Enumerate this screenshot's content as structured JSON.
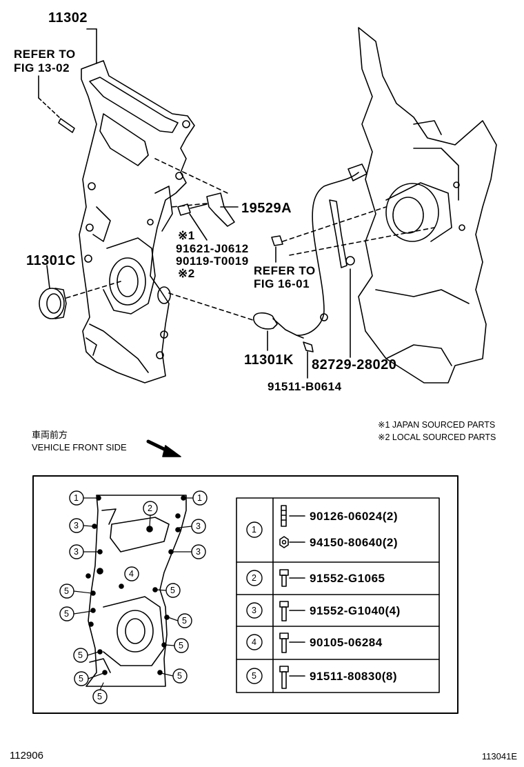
{
  "callouts": {
    "part_11302": "11302",
    "refer_13_line1": "REFER TO",
    "refer_13_line2": "FIG 13-02",
    "part_19529a": "19529A",
    "note_mark_1": "※1",
    "part_91621": "91621-J0612",
    "part_90119": "90119-T0019",
    "note_mark_2": "※2",
    "part_11301c": "11301C",
    "refer_16_line1": "REFER TO",
    "refer_16_line2": "FIG 16-01",
    "part_11301k": "11301K",
    "part_82729": "82729-28020",
    "part_91511b": "91511-B0614"
  },
  "notes": {
    "japan": "※1 JAPAN SOURCED PARTS",
    "local": "※2 LOCAL SOURCED PARTS"
  },
  "orientation": {
    "japanese": "車両前方",
    "english": "VEHICLE FRONT SIDE"
  },
  "legend_table": {
    "rows": [
      {
        "key": "1",
        "parts": [
          "90126-06024(2)",
          "94150-80640(2)"
        ]
      },
      {
        "key": "2",
        "parts": [
          "91552-G1065"
        ]
      },
      {
        "key": "3",
        "parts": [
          "91552-G1040(4)"
        ]
      },
      {
        "key": "4",
        "parts": [
          "90105-06284"
        ]
      },
      {
        "key": "5",
        "parts": [
          "91511-80830(8)"
        ]
      }
    ]
  },
  "bolt_markers": {
    "m1": "1",
    "m2": "2",
    "m3": "3",
    "m4": "4",
    "m5": "5"
  },
  "footer": {
    "left_code": "112906",
    "right_code": "113041E"
  }
}
